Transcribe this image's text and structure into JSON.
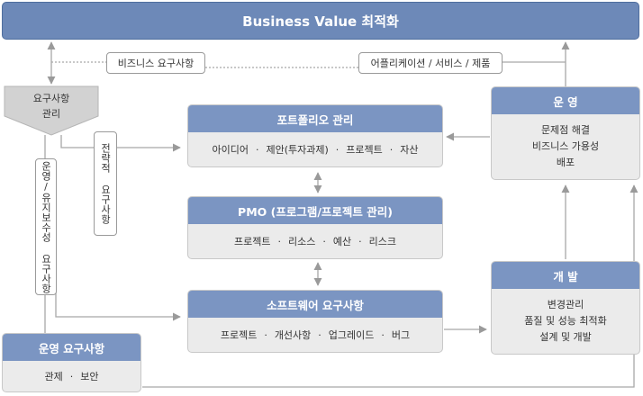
{
  "top": {
    "title": "Business Value 최적화"
  },
  "labels": {
    "biz_req": "비즈니스 요구사항",
    "app_service": "어플리케이션 / 서비스 / 제품"
  },
  "req_mgmt": {
    "line1": "요구사항",
    "line2": "관리"
  },
  "strategic": "전략적 요구사항",
  "maintenance": "운영/유지보수성 요구사항",
  "portfolio": {
    "title": "포트폴리오 관리",
    "items": [
      "아이디어",
      "제안(투자과제)",
      "프로젝트",
      "자산"
    ]
  },
  "pmo": {
    "title": "PMO (프로그램/프로젝트 관리)",
    "items": [
      "프로젝트",
      "리소스",
      "예산",
      "리스크"
    ]
  },
  "software": {
    "title": "소프트웨어 요구사항",
    "items": [
      "프로젝트",
      "개선사항",
      "업그레이드",
      "버그"
    ]
  },
  "operation": {
    "title": "운 영",
    "items": [
      "문제점 해결",
      "비즈니스 가용성",
      "배포"
    ]
  },
  "development": {
    "title": "개 발",
    "items": [
      "변경관리",
      "품질 및 성능 최적화",
      "설계 및 개발"
    ]
  },
  "ops_req": {
    "title": "운영 요구사항",
    "items": [
      "관제",
      "보안"
    ]
  },
  "colors": {
    "header": "#7b95c2",
    "top": "#6d89b8",
    "box_bg": "#ebebeb",
    "line": "#a0a0a0"
  }
}
